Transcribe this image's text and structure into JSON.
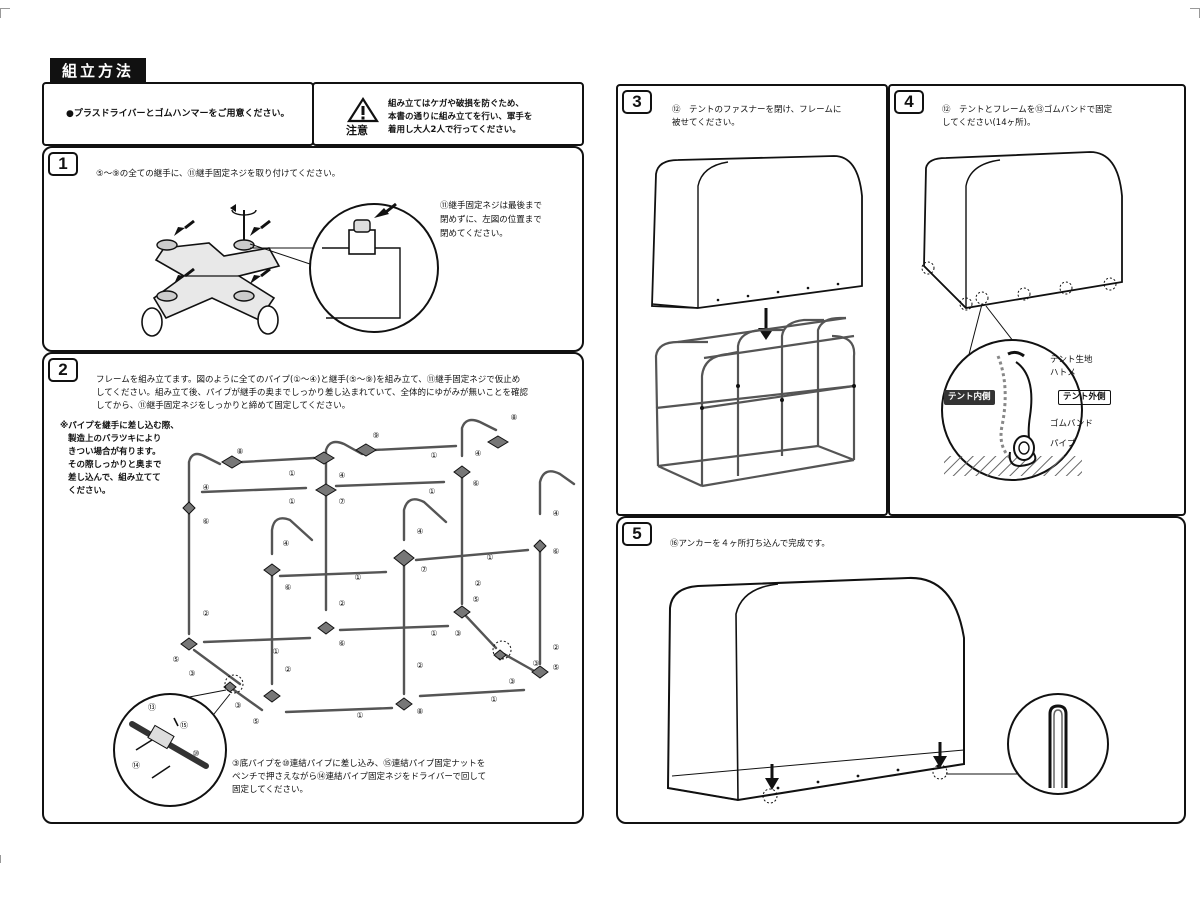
{
  "title": "組立方法",
  "tools_note": "●プラスドライバーとゴムハンマーをご用意ください。",
  "caution": {
    "label": "注意",
    "line1": "組み立てはケガや破損を防ぐため、",
    "line2": "本書の通りに組み立てを行い、軍手を",
    "line3": "着用し大人2人で行ってください。"
  },
  "step1": {
    "number": "1",
    "text": "⑤〜⑨の全ての継手に、⑪継手固定ネジを取り付けてください。",
    "note_line1": "⑪継手固定ネジは最後まで",
    "note_line2": "閉めずに、左図の位置まで",
    "note_line3": "閉めてください。"
  },
  "step2": {
    "number": "2",
    "text_line1": "フレームを組み立てます。図のように全てのパイプ(①〜④)と継手(⑤〜⑨)を組み立て、⑪継手固定ネジで仮止め",
    "text_line2": "してください。組み立て後、パイプが継手の奥までしっかり差し込まれていて、全体的にゆがみが無いことを確認",
    "text_line3": "してから、⑪継手固定ネジをしっかりと締めて固定してください。",
    "side_line1": "※パイプを継手に差し込む際、",
    "side_line2": "製造上のバラツキにより",
    "side_line3": "きつい場合が有ります。",
    "side_line4": "その際しっかりと奥まで",
    "side_line5": "差し込んで、組み立てて",
    "side_line6": "ください。",
    "bottom_line1": "③底パイプを⑩連結パイプに差し込み、⑮連結パイプ固定ナットを",
    "bottom_line2": "ペンチで押さえながら⑭連結パイプ固定ネジをドライバーで回して",
    "bottom_line3": "固定してください。",
    "labels": {
      "p1": "①",
      "p2": "②",
      "p3": "③",
      "p4": "④",
      "p5": "⑤",
      "p6": "⑥",
      "p7": "⑦",
      "p8": "⑧",
      "p9": "⑨",
      "p10": "⑩",
      "p13": "⑬",
      "p14": "⑭",
      "p15": "⑮"
    }
  },
  "step3": {
    "number": "3",
    "text_line1": "⑫　テントのファスナーを閉け、フレームに",
    "text_line2": "被せてください。"
  },
  "step4": {
    "number": "4",
    "text_line1": "⑫　テントとフレームを⑬ゴムバンドで固定",
    "text_line2": "してください(14ヶ所)。",
    "label_tent_fabric": "テント生地",
    "label_grommet": "ハトメ",
    "label_inner": "テント内側",
    "label_outer": "テント外側",
    "label_band": "ゴムバンド",
    "label_pipe": "パイプ"
  },
  "step5": {
    "number": "5",
    "text": "⑯アンカーを４ヶ所打ち込んで完成です。"
  }
}
